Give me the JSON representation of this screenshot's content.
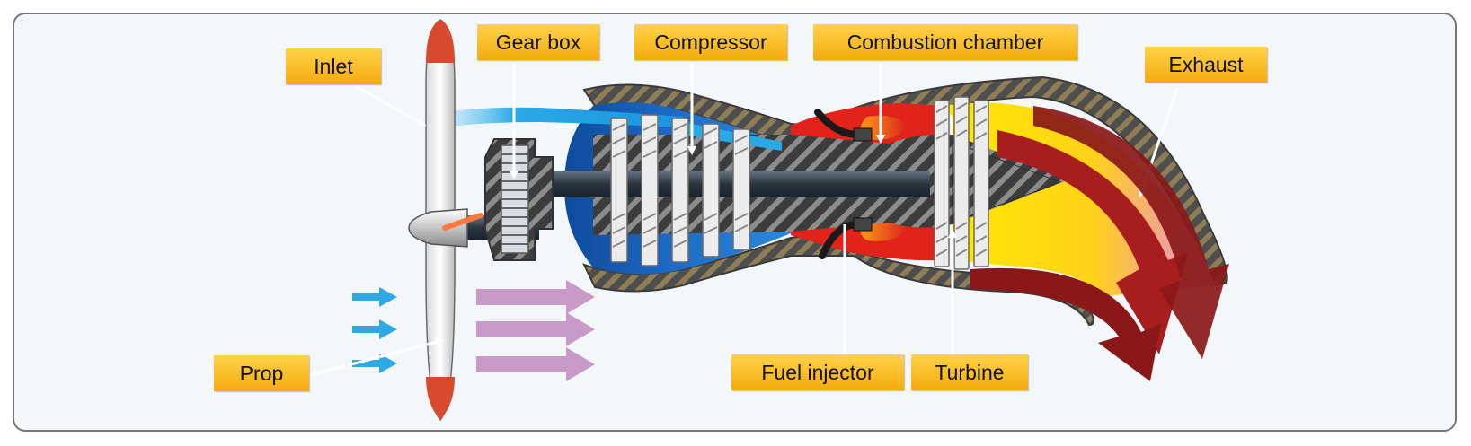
{
  "labels": {
    "inlet": "Inlet",
    "gear_box": "Gear box",
    "compressor": "Compressor",
    "combustion_chamber": "Combustion chamber",
    "exhaust": "Exhaust",
    "prop": "Prop",
    "fuel_injector": "Fuel injector",
    "turbine": "Turbine"
  },
  "colors": {
    "label_fill": "#fbbd24",
    "casing": "#555555",
    "casing_stripe": "#8a7a4a",
    "inlet_air": "#29a9e6",
    "compressor_blue": "#1e5fb0",
    "combustion_red": "#d8231b",
    "exhaust_yellow": "#ffe11a",
    "exhaust_arrow": "#a61c1c",
    "prop_airflow": "#c89ac8",
    "background": "#f4f7fa"
  }
}
